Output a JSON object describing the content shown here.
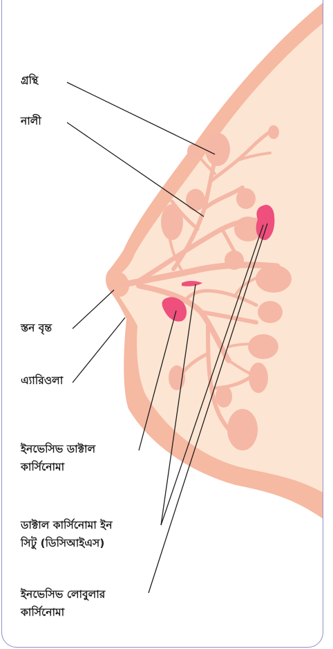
{
  "labels": {
    "gland": "গ্রন্থি",
    "duct": "নালী",
    "nipple": "স্তন বৃন্ত",
    "areola": "এ্যারিওলা",
    "idc_line1": "ইনভেসিভ ডাক্টাল",
    "idc_line2": "কার্সিনোমা",
    "dcis_line1": "ডাক্টাল কার্সিনোমা ইন",
    "dcis_line2": "সিটু (ডিসিআইএস)",
    "ilc_line1": "ইনভেসিভ লোবুলার",
    "ilc_line2": "কার্সিনোমা"
  },
  "colors": {
    "skin_outer": "#f6b9a2",
    "skin_inner": "#fde5d3",
    "lobule": "#f5b8a6",
    "tumor": "#ee4f7c",
    "frame": "#8e8fc4",
    "leader": "#1e1e1e"
  }
}
